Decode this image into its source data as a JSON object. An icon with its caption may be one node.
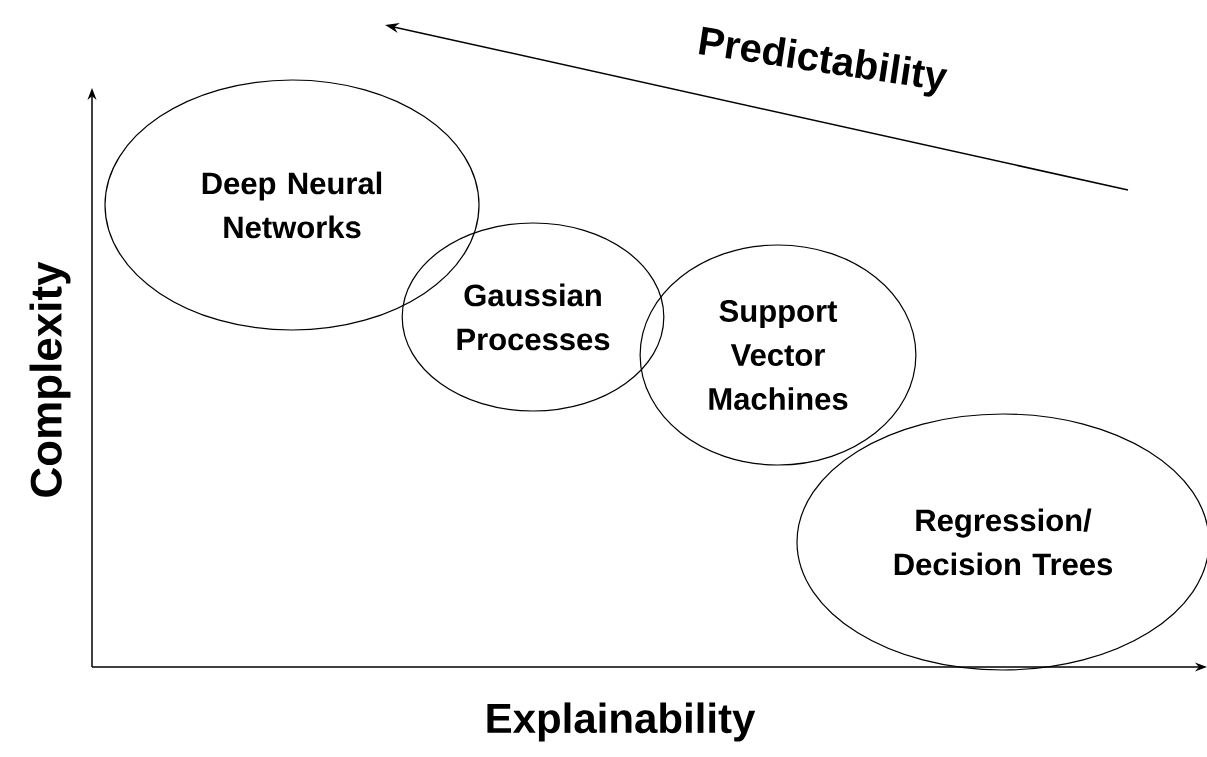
{
  "diagram": {
    "nodes": [
      {
        "text": [
          "Deep Neural Networks"
        ]
      },
      {
        "text": [
          "Gaussian Processes"
        ]
      },
      {
        "text": [
          "Support Vector Machines"
        ]
      },
      {
        "text": [
          "Regression/ Decision Trees"
        ]
      }
    ],
    "labels": [
      "Predictability",
      "Complexity",
      "Explainability"
    ]
  }
}
